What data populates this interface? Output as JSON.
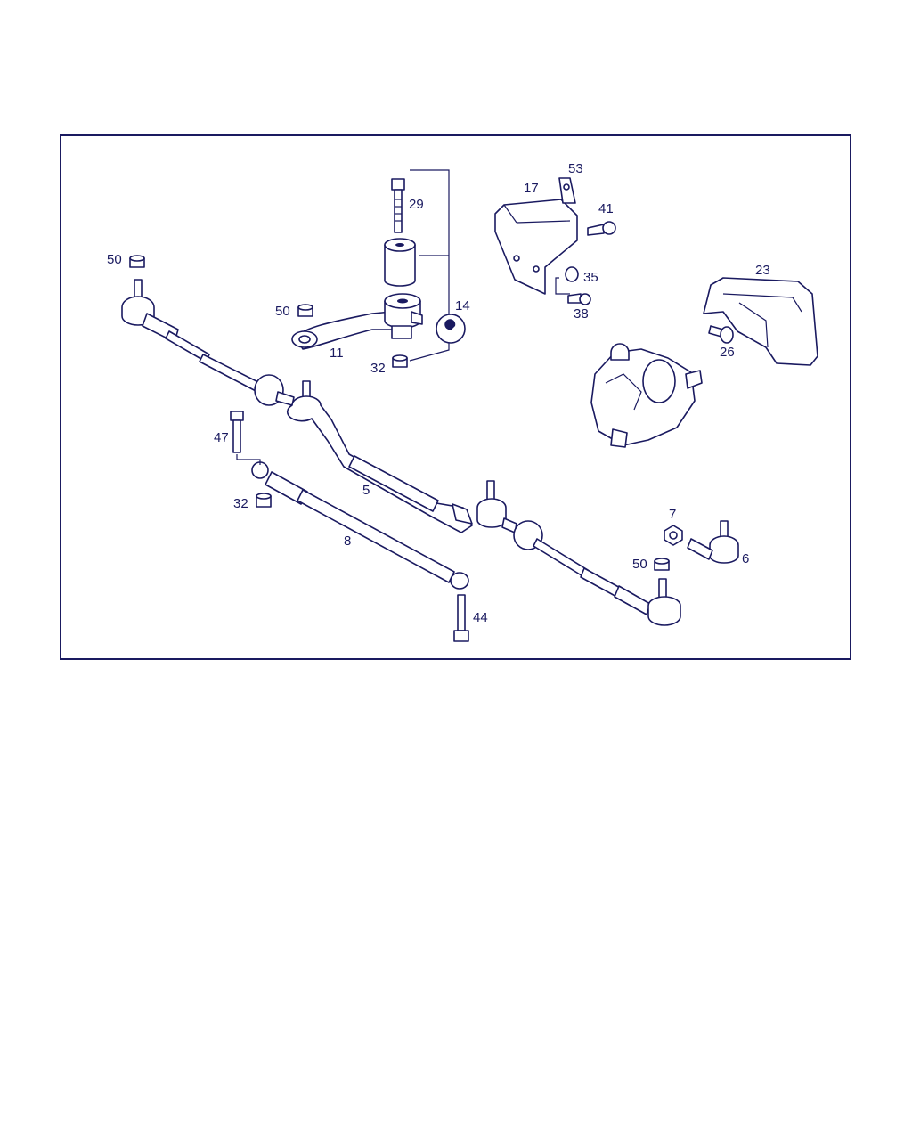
{
  "diagram": {
    "labels": {
      "l29": "29",
      "l14": "14",
      "l50a": "50",
      "l50b": "50",
      "l50c": "50",
      "l11": "11",
      "l32a": "32",
      "l32b": "32",
      "l53": "53",
      "l17": "17",
      "l41": "41",
      "l35": "35",
      "l38": "38",
      "l23": "23",
      "l26": "26",
      "l47": "47",
      "l5": "5",
      "l8": "8",
      "l7": "7",
      "l6": "6",
      "l44": "44"
    },
    "colors": {
      "line": "#1a1a60",
      "background": "#ffffff"
    },
    "icons": {
      "tool": "wrench-icon"
    }
  }
}
